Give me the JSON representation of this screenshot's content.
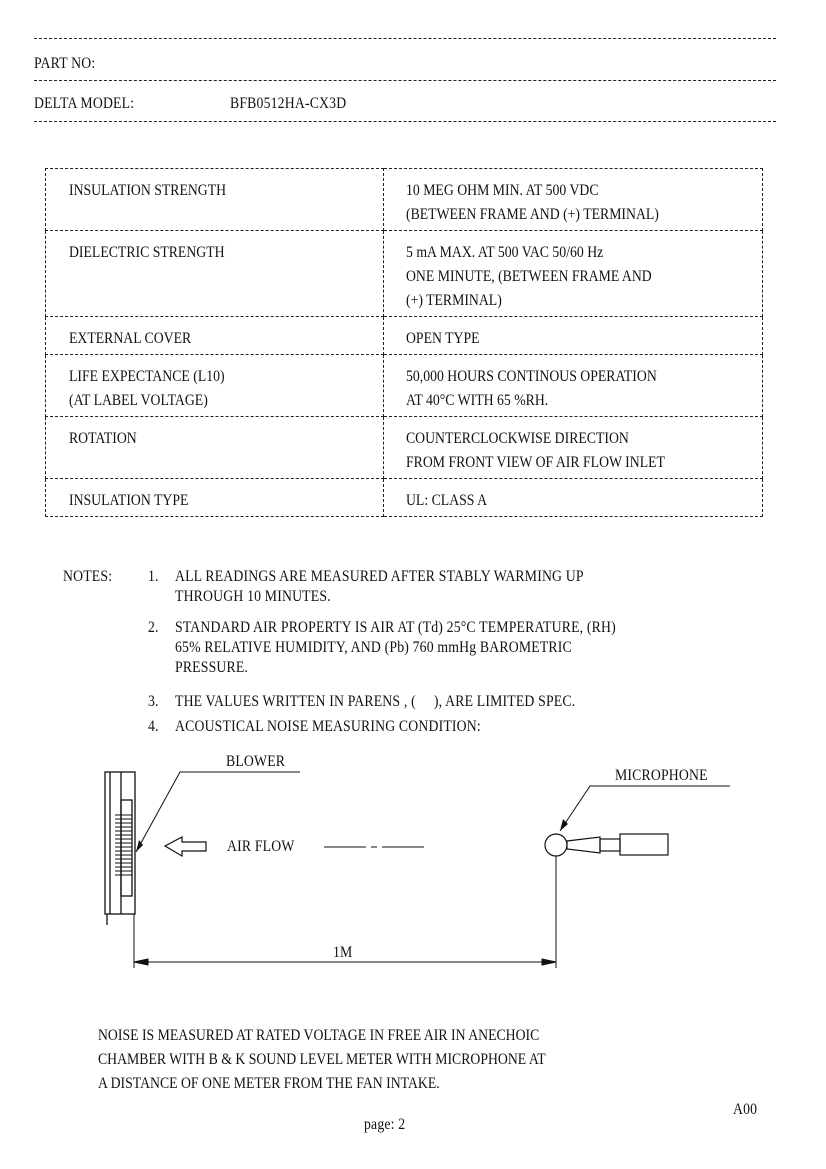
{
  "header": {
    "part_no_label": "PART NO:",
    "model_label": "DELTA MODEL:",
    "model_value": "BFB0512HA-CX3D"
  },
  "spec_rows": [
    {
      "label": [
        "INSULATION STRENGTH"
      ],
      "value": [
        "10 MEG OHM MIN. AT 500 VDC",
        "(BETWEEN FRAME AND (+) TERMINAL)"
      ]
    },
    {
      "label": [
        "DIELECTRIC STRENGTH"
      ],
      "value": [
        "5 mA MAX. AT 500 VAC 50/60 Hz",
        "ONE MINUTE, (BETWEEN FRAME AND",
        "(+) TERMINAL)"
      ]
    },
    {
      "label": [
        "EXTERNAL COVER"
      ],
      "value": [
        "OPEN TYPE"
      ]
    },
    {
      "label": [
        "LIFE EXPECTANCE (L10)",
        "(AT LABEL VOLTAGE)"
      ],
      "value": [
        "50,000 HOURS CONTINOUS OPERATION",
        "AT 40°C WITH  65 %RH."
      ]
    },
    {
      "label": [
        "ROTATION"
      ],
      "value": [
        "COUNTERCLOCKWISE DIRECTION",
        "FROM FRONT VIEW OF AIR FLOW INLET"
      ]
    },
    {
      "label": [
        "INSULATION TYPE"
      ],
      "value": [
        "UL: CLASS A"
      ]
    }
  ],
  "notes": {
    "label": "NOTES:",
    "items": [
      {
        "num": "1.",
        "lines": [
          "ALL READINGS ARE MEASURED AFTER STABLY WARMING UP",
          "THROUGH 10 MINUTES."
        ]
      },
      {
        "num": "2.",
        "lines": [
          "STANDARD AIR PROPERTY IS AIR AT (Td) 25°C TEMPERATURE, (RH)",
          "65% RELATIVE HUMIDITY, AND (Pb) 760 mmHg BAROMETRIC",
          "PRESSURE."
        ]
      },
      {
        "num": "3.",
        "lines": [
          "THE VALUES WRITTEN IN PARENS , (     ), ARE LIMITED SPEC."
        ]
      },
      {
        "num": "4.",
        "lines": [
          "ACOUSTICAL NOISE MEASURING CONDITION:"
        ]
      }
    ]
  },
  "diagram": {
    "blower_label": "BLOWER",
    "microphone_label": "MICROPHONE",
    "airflow_label": "AIR FLOW",
    "distance_label": "1M"
  },
  "footer": {
    "lines": [
      "NOISE IS MEASURED AT RATED VOLTAGE IN FREE AIR IN ANECHOIC",
      "CHAMBER WITH B & K SOUND LEVEL METER WITH MICROPHONE AT",
      "A DISTANCE OF ONE METER FROM THE FAN INTAKE."
    ],
    "revision": "A00",
    "page": "page: 2"
  }
}
